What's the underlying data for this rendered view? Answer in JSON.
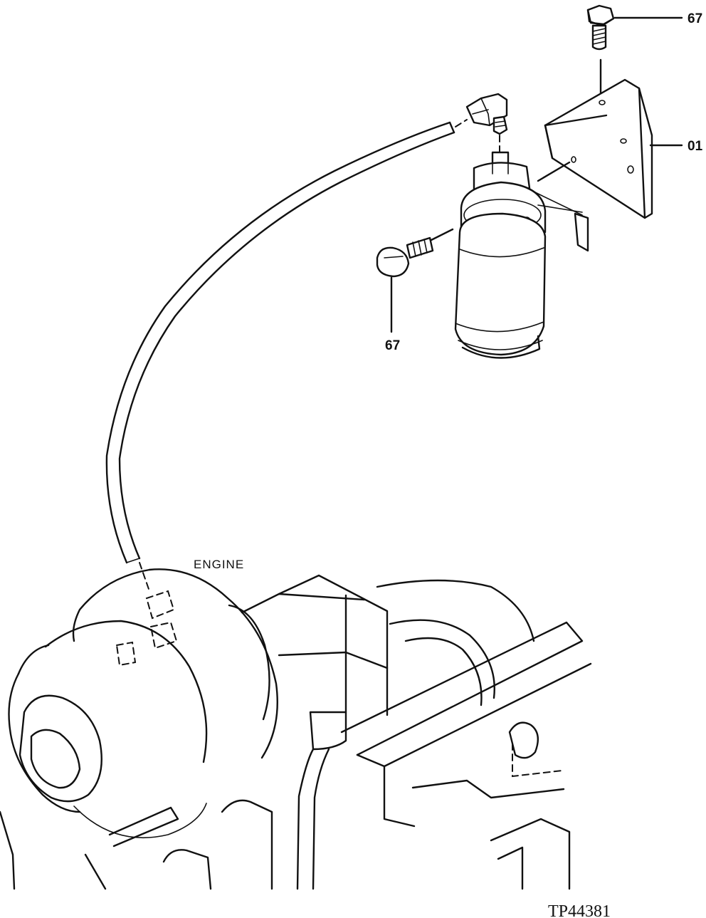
{
  "labels": {
    "bolt_top": "67",
    "bracket": "01",
    "bolt_side": "67",
    "engine": "ENGINE",
    "figure_id": "TP44381"
  }
}
